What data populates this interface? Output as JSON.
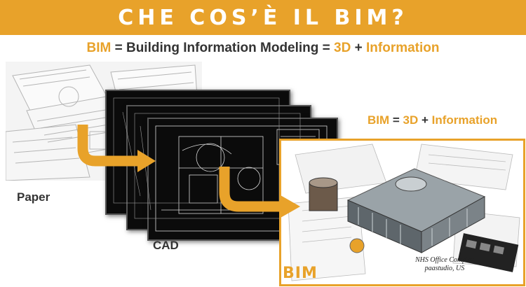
{
  "header": {
    "title": "CHE COS’È IL BIM?"
  },
  "definition": {
    "part1": "BIM",
    "part2": " = Building Information Modeling = ",
    "part3": "3D",
    "part4": " + ",
    "part5": "Information"
  },
  "labels": {
    "paper": "Paper",
    "cad": "CAD",
    "bim": "BIM"
  },
  "bim_equation": {
    "bim": "BIM",
    "eq": " = ",
    "three_d": "3D",
    "plus": " + ",
    "info": "Information"
  },
  "credit": {
    "line1": "NHS Office Complex",
    "line2": "paastudio, US"
  },
  "colors": {
    "accent": "#e8a22a",
    "text": "#333333",
    "cad_background": "#0b0b0b"
  },
  "icons": {
    "arrow1": "curved-arrow-right",
    "arrow2": "curved-arrow-right"
  }
}
